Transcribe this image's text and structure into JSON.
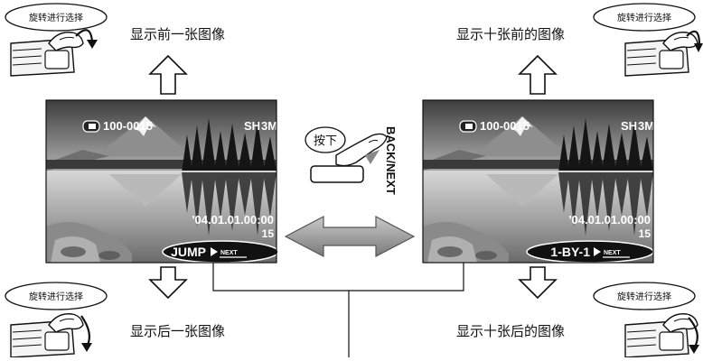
{
  "left_panel": {
    "top_caption": "显示前一张图像",
    "bottom_caption": "显示后一张图像",
    "top_dial_label": "旋转进行选择",
    "bottom_dial_label": "旋转进行选择",
    "screen": {
      "file_number": "100-0015",
      "quality": "SH",
      "size": "3M",
      "datetime": "'04.01.01.00:00",
      "frame": "15",
      "mode_label": "JUMP",
      "next_label": "NEXT"
    }
  },
  "right_panel": {
    "top_caption": "显示十张前的图像",
    "bottom_caption": "显示十张后的图像",
    "top_dial_label": "旋转进行选择",
    "bottom_dial_label": "旋转进行选择",
    "screen": {
      "file_number": "100-0015",
      "quality": "SH",
      "size": "3M",
      "datetime": "'04.01.01.00:00",
      "frame": "15",
      "mode_label": "1-BY-1",
      "next_label": "NEXT"
    }
  },
  "center": {
    "press_label": "按下",
    "button_label": "BACK/NEXT"
  }
}
